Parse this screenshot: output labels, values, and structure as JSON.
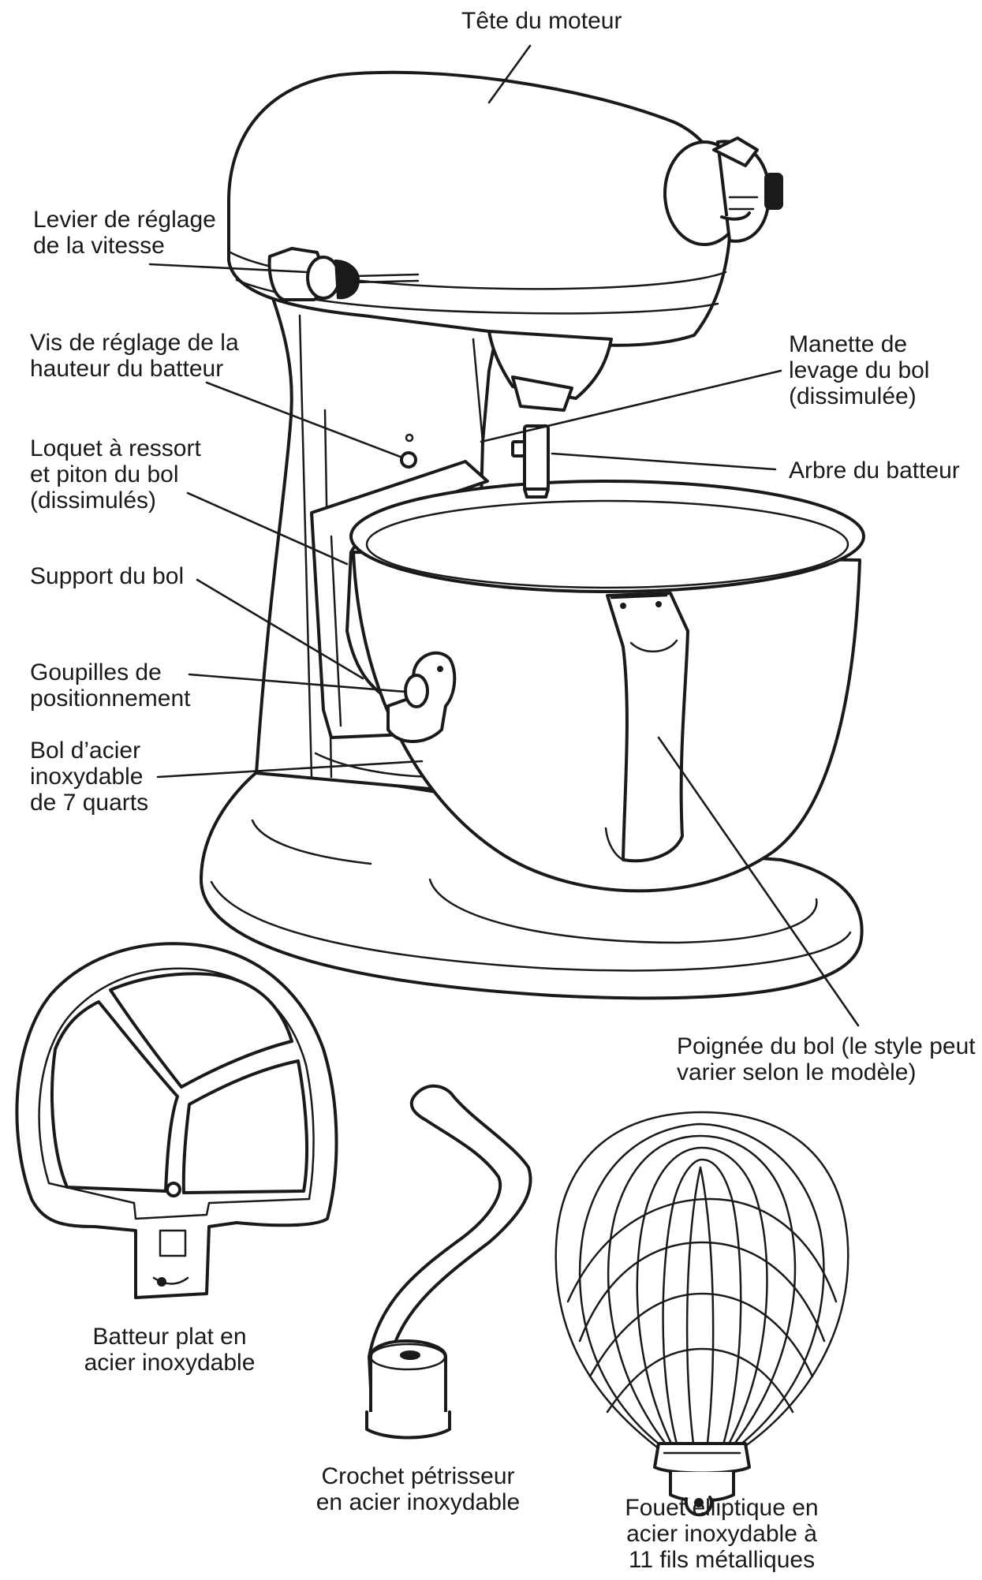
{
  "labels": {
    "tete_moteur": [
      "Tête du moteur"
    ],
    "levier_vitesse": [
      "Levier de réglage",
      "de la vitesse"
    ],
    "vis_reglage": [
      "Vis de réglage de la",
      "hauteur du batteur"
    ],
    "loquet": [
      "Loquet à ressort",
      "et piton du bol",
      "(dissimulés)"
    ],
    "support_bol": [
      "Support du bol"
    ],
    "goupilles": [
      "Goupilles de",
      "positionnement"
    ],
    "bol_acier": [
      "Bol d’acier",
      "inoxydable",
      "de 7 quarts"
    ],
    "manette_levage": [
      "Manette de",
      "levage du bol",
      "(dissimulée)"
    ],
    "arbre_batteur": [
      "Arbre du batteur"
    ],
    "poignee_bol": [
      "Poignée du bol (le style peut",
      "varier selon le modèle)"
    ],
    "batteur_plat": [
      "Batteur plat en",
      "acier inoxydable"
    ],
    "crochet": [
      "Crochet pétrisseur",
      "en acier inoxydable"
    ],
    "fouet": [
      "Fouet elliptique en",
      "acier inoxydable à",
      "11 fils métalliques"
    ]
  }
}
